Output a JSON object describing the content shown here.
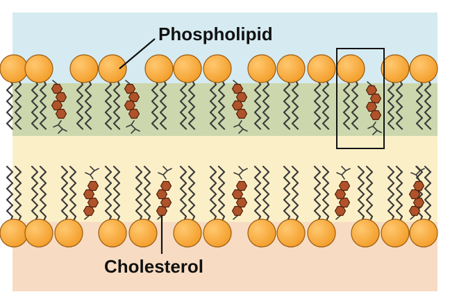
{
  "labels": {
    "phospholipid": "Phospholipid",
    "cholesterol": "Cholesterol"
  },
  "colors": {
    "extracellular": "#d6ebf1",
    "outer_tail_band": "#cdd7ad",
    "core_band": "#fbefc7",
    "intracellular": "#f7dcc3",
    "head_light": "#ffc870",
    "head_dark": "#f29a24",
    "cholesterol_ring": "#b0532a",
    "tail_stroke": "#3a3a3a"
  },
  "icons": {
    "phospholipid_head": "orange-circle",
    "cholesterol_molecule": "hexagon-ring-chain"
  }
}
